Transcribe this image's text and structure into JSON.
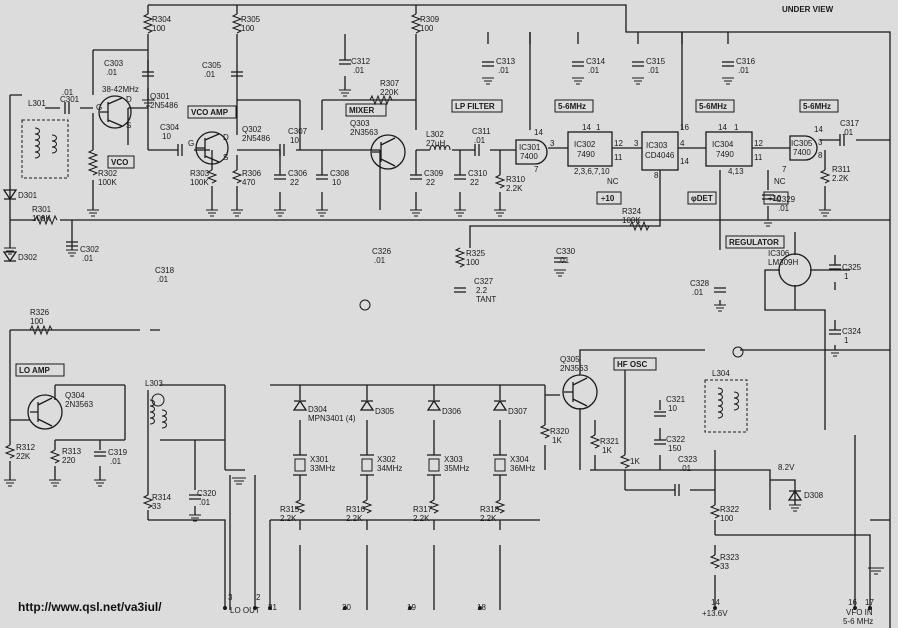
{
  "view_label": "UNDER VIEW",
  "url": "http://www.qsl.net/va3iul/",
  "blocks": {
    "vco": "VCO",
    "vco_amp": "VCO AMP",
    "mixer": "MIXER",
    "lp_filter": "LP FILTER",
    "regulator": "REGULATOR",
    "lo_amp": "LO AMP",
    "hf_osc": "HF OSC",
    "mhz1": "5-6MHz",
    "mhz2": "5-6MHz",
    "mhz3": "5-6MHz",
    "div1": "÷10",
    "div2": "÷10",
    "phase_det": "φDET"
  },
  "components": {
    "Q301": [
      "Q301",
      "2N5486"
    ],
    "Q302": [
      "Q302",
      "2N5486"
    ],
    "Q303": [
      "Q303",
      "2N3563"
    ],
    "Q304": [
      "Q304",
      "2N3563"
    ],
    "Q305": [
      "Q305",
      "2N3563"
    ],
    "L301": "L301",
    "L302": [
      "L302",
      "27µH"
    ],
    "L303": "L303",
    "L304": "L304",
    "IC301": [
      "IC301",
      "7400"
    ],
    "IC302": [
      "IC302",
      "7490"
    ],
    "IC303": [
      "IC303",
      "CD4046"
    ],
    "IC304": [
      "IC304",
      "7490"
    ],
    "IC305": [
      "IC305",
      "7400"
    ],
    "IC306": [
      "IC306",
      "LM309H"
    ],
    "R301": [
      "R301",
      "100K"
    ],
    "R302": [
      "R302",
      "100K"
    ],
    "R303": [
      "R303",
      "100K"
    ],
    "R304": [
      "R304",
      "100"
    ],
    "R305": [
      "R305",
      "100"
    ],
    "R306": [
      "R306",
      "470"
    ],
    "R307": [
      "R307",
      "220K"
    ],
    "R309": [
      "R309",
      "100"
    ],
    "R310": [
      "R310",
      "2.2K"
    ],
    "R311": [
      "R311",
      "2.2K"
    ],
    "R312": [
      "R312",
      "22K"
    ],
    "R313": [
      "R313",
      "220"
    ],
    "R314": [
      "R314",
      "33"
    ],
    "R315": [
      "R315",
      "2.2K"
    ],
    "R316": [
      "R316",
      "2.2K"
    ],
    "R317": [
      "R317",
      "2.2K"
    ],
    "R318": [
      "R318",
      "2.2K"
    ],
    "R320": [
      "R320",
      "1K"
    ],
    "R321": [
      "R321",
      "1K"
    ],
    "R_hf": "1K",
    "R322": [
      "R322",
      "100"
    ],
    "R323": [
      "R323",
      "33"
    ],
    "R324": [
      "R324",
      "100K"
    ],
    "R325": [
      "R325",
      "100"
    ],
    "R326": [
      "R326",
      "100"
    ],
    "C301": [
      "C301",
      ".01"
    ],
    "C302": [
      "C302",
      ".01"
    ],
    "C303": [
      "C303",
      ".01"
    ],
    "C304": [
      "C304",
      "10"
    ],
    "C305": [
      "C305",
      ".01"
    ],
    "C306": [
      "C306",
      "22"
    ],
    "C307": [
      "C307",
      "10"
    ],
    "C308": [
      "C308",
      "10"
    ],
    "C309": [
      "C309",
      "22"
    ],
    "C310": [
      "C310",
      "22"
    ],
    "C311": [
      "C311",
      ".01"
    ],
    "C312": [
      "C312",
      ".01"
    ],
    "C313": [
      "C313",
      ".01"
    ],
    "C314": [
      "C314",
      ".01"
    ],
    "C315": [
      "C315",
      ".01"
    ],
    "C316": [
      "C316",
      ".01"
    ],
    "C317": [
      "C317",
      ".01"
    ],
    "C318": [
      "C318",
      ".01"
    ],
    "C319": [
      "C319",
      ".01"
    ],
    "C320": [
      "C320",
      ".01"
    ],
    "C321": [
      "C321",
      "10"
    ],
    "C322": [
      "C322",
      "150"
    ],
    "C323": [
      "C323",
      ".01"
    ],
    "C324": [
      "C324",
      "1"
    ],
    "C325": [
      "C325",
      "1"
    ],
    "C326": [
      "C326",
      ".01"
    ],
    "C327": [
      "C327",
      "2.2",
      "TANT"
    ],
    "C328": [
      "C328",
      ".01"
    ],
    "C329": [
      "C329",
      ".01"
    ],
    "C330": [
      "C330",
      ".01"
    ],
    "D301": "D301",
    "D302": "D302",
    "D304": [
      "D304",
      "MPN3401 (4)"
    ],
    "D305": "D305",
    "D306": "D306",
    "D307": "D307",
    "D308": "D308",
    "D308_v": "8.2V",
    "X301": [
      "X301",
      "33MHz"
    ],
    "X302": [
      "X302",
      "34MHz"
    ],
    "X303": [
      "X303",
      "35MHz"
    ],
    "X304": [
      "X304",
      "36MHz"
    ],
    "q301_freq": "38-42MHz"
  },
  "pins": {
    "ic301": [
      "14",
      "7",
      "3"
    ],
    "ic302": [
      "14",
      "1",
      "12",
      "11",
      "2,3,6,7,10"
    ],
    "ic303": [
      "16",
      "3",
      "4",
      "14",
      "8"
    ],
    "ic304": [
      "14",
      "1",
      "12",
      "11",
      "4,13"
    ],
    "ic305": [
      "14",
      "7",
      "3",
      "8"
    ],
    "nc": [
      "NC",
      "NC"
    ],
    "q302": [
      "D",
      "S",
      "G"
    ],
    "q301": [
      "D",
      "G",
      "S"
    ]
  },
  "connectors": {
    "c3": "3",
    "c2": "2",
    "c21": "21",
    "c20": "20",
    "c19": "19",
    "c18": "18",
    "c14": "14",
    "c14_label": "+13.6V",
    "c16": "16",
    "c17": "17",
    "lo_out": "LO OUT",
    "vfo_in": "VFO IN",
    "vfo_freq": "5-6 MHz"
  }
}
